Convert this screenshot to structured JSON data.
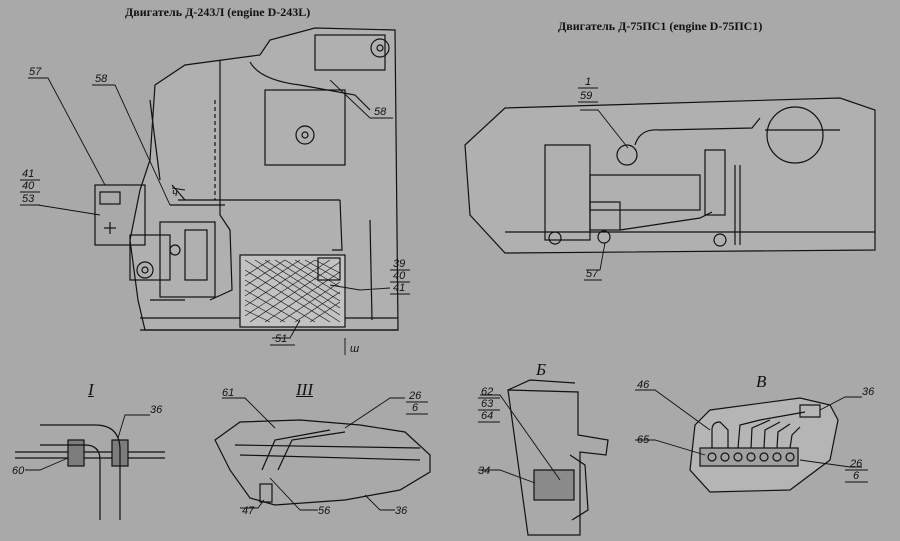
{
  "titles": {
    "left": "Двигатель Д-243Л (engine D-243L)",
    "right": "Двигатель Д-75ПС1 (engine D-75ПС1)"
  },
  "views": {
    "i": "I",
    "iii": "III",
    "b": "Б",
    "v": "В"
  },
  "arrow_marks": {
    "ch": "ч",
    "sh": "ш"
  },
  "callouts": {
    "c57a": "57",
    "c58a": "58",
    "c58b": "58",
    "c41a": "41",
    "c40a": "40",
    "c53": "53",
    "c39": "39",
    "c40b": "40",
    "c41b": "41",
    "c51": "51",
    "c1": "1",
    "c59": "59",
    "c57b": "57",
    "c36a": "36",
    "c60": "60",
    "c61": "61",
    "c26a": "26",
    "c6a": "6",
    "c47": "47",
    "c56": "56",
    "c36b": "36",
    "c62": "62",
    "c63": "63",
    "c64": "64",
    "c34": "34",
    "c46": "46",
    "c36c": "36",
    "c65": "65",
    "c26b": "26",
    "c6b": "6"
  }
}
